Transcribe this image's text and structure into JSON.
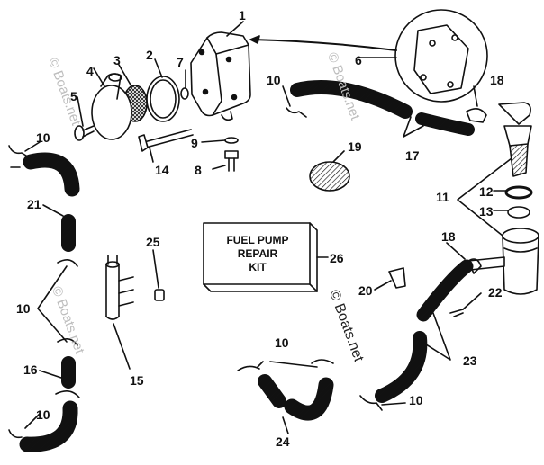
{
  "callouts": [
    "1",
    "2",
    "3",
    "4",
    "5",
    "6",
    "7",
    "8",
    "9",
    "10",
    "10",
    "10",
    "10",
    "10",
    "10",
    "10",
    "11",
    "12",
    "13",
    "14",
    "15",
    "16",
    "17",
    "18",
    "18",
    "19",
    "20",
    "21",
    "22",
    "23",
    "24",
    "25",
    "26"
  ],
  "kit_box": {
    "line1": "FUEL PUMP",
    "line2": "REPAIR",
    "line3": "KIT"
  },
  "watermark": "© Boats.net",
  "colors": {
    "ink": "#111111",
    "paper": "#ffffff",
    "watermark": "#bdbdbd"
  }
}
